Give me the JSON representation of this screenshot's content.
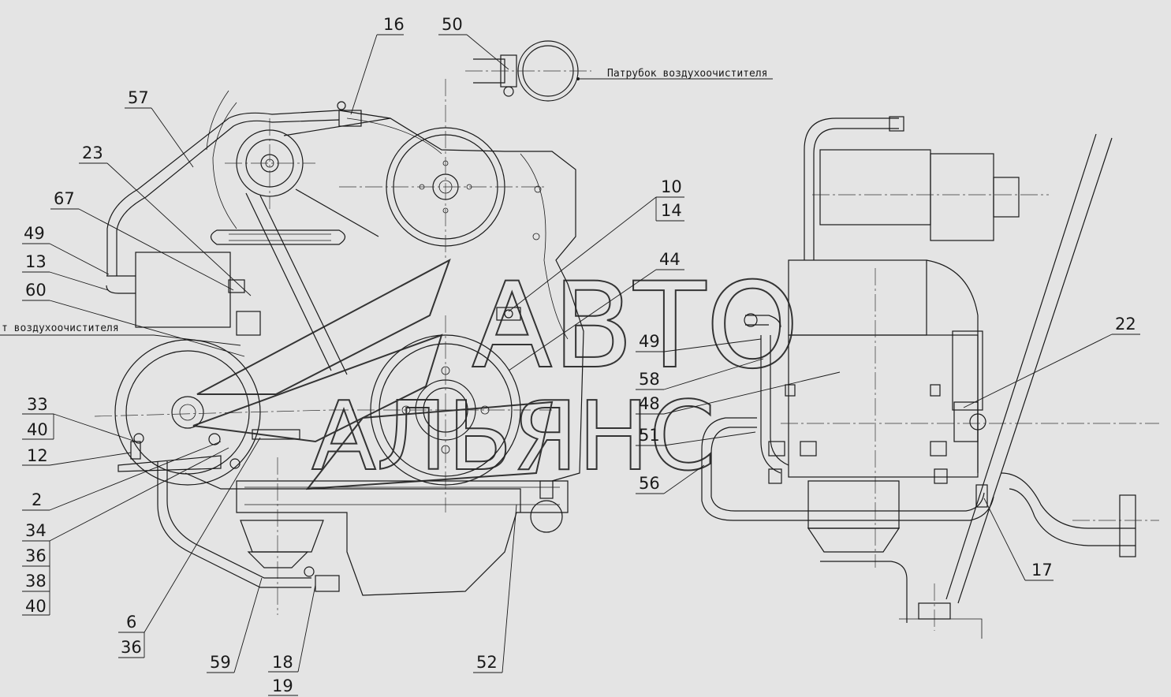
{
  "drawing": {
    "note_top": "Патрубок воздухоочистителя",
    "note_left": "т воздухоочистителя"
  },
  "watermark": {
    "line1": "АВТО",
    "line2": "АЛЬЯНС"
  },
  "callouts": [
    {
      "id": "16",
      "label": "16"
    },
    {
      "id": "50",
      "label": "50"
    },
    {
      "id": "57",
      "label": "57"
    },
    {
      "id": "23",
      "label": "23"
    },
    {
      "id": "67",
      "label": "67"
    },
    {
      "id": "49a",
      "label": "49"
    },
    {
      "id": "13",
      "label": "13"
    },
    {
      "id": "60",
      "label": "60"
    },
    {
      "id": "33",
      "label": "33"
    },
    {
      "id": "40a",
      "label": "40"
    },
    {
      "id": "12",
      "label": "12"
    },
    {
      "id": "2",
      "label": "2"
    },
    {
      "id": "34",
      "label": "34"
    },
    {
      "id": "36a",
      "label": "36"
    },
    {
      "id": "38",
      "label": "38"
    },
    {
      "id": "40b",
      "label": "40"
    },
    {
      "id": "6",
      "label": "6"
    },
    {
      "id": "36b",
      "label": "36"
    },
    {
      "id": "59",
      "label": "59"
    },
    {
      "id": "18",
      "label": "18"
    },
    {
      "id": "19",
      "label": "19"
    },
    {
      "id": "52",
      "label": "52"
    },
    {
      "id": "10",
      "label": "10"
    },
    {
      "id": "14",
      "label": "14"
    },
    {
      "id": "44",
      "label": "44"
    },
    {
      "id": "49b",
      "label": "49"
    },
    {
      "id": "58",
      "label": "58"
    },
    {
      "id": "48",
      "label": "48"
    },
    {
      "id": "51",
      "label": "51"
    },
    {
      "id": "56",
      "label": "56"
    },
    {
      "id": "22",
      "label": "22"
    },
    {
      "id": "17",
      "label": "17"
    }
  ]
}
